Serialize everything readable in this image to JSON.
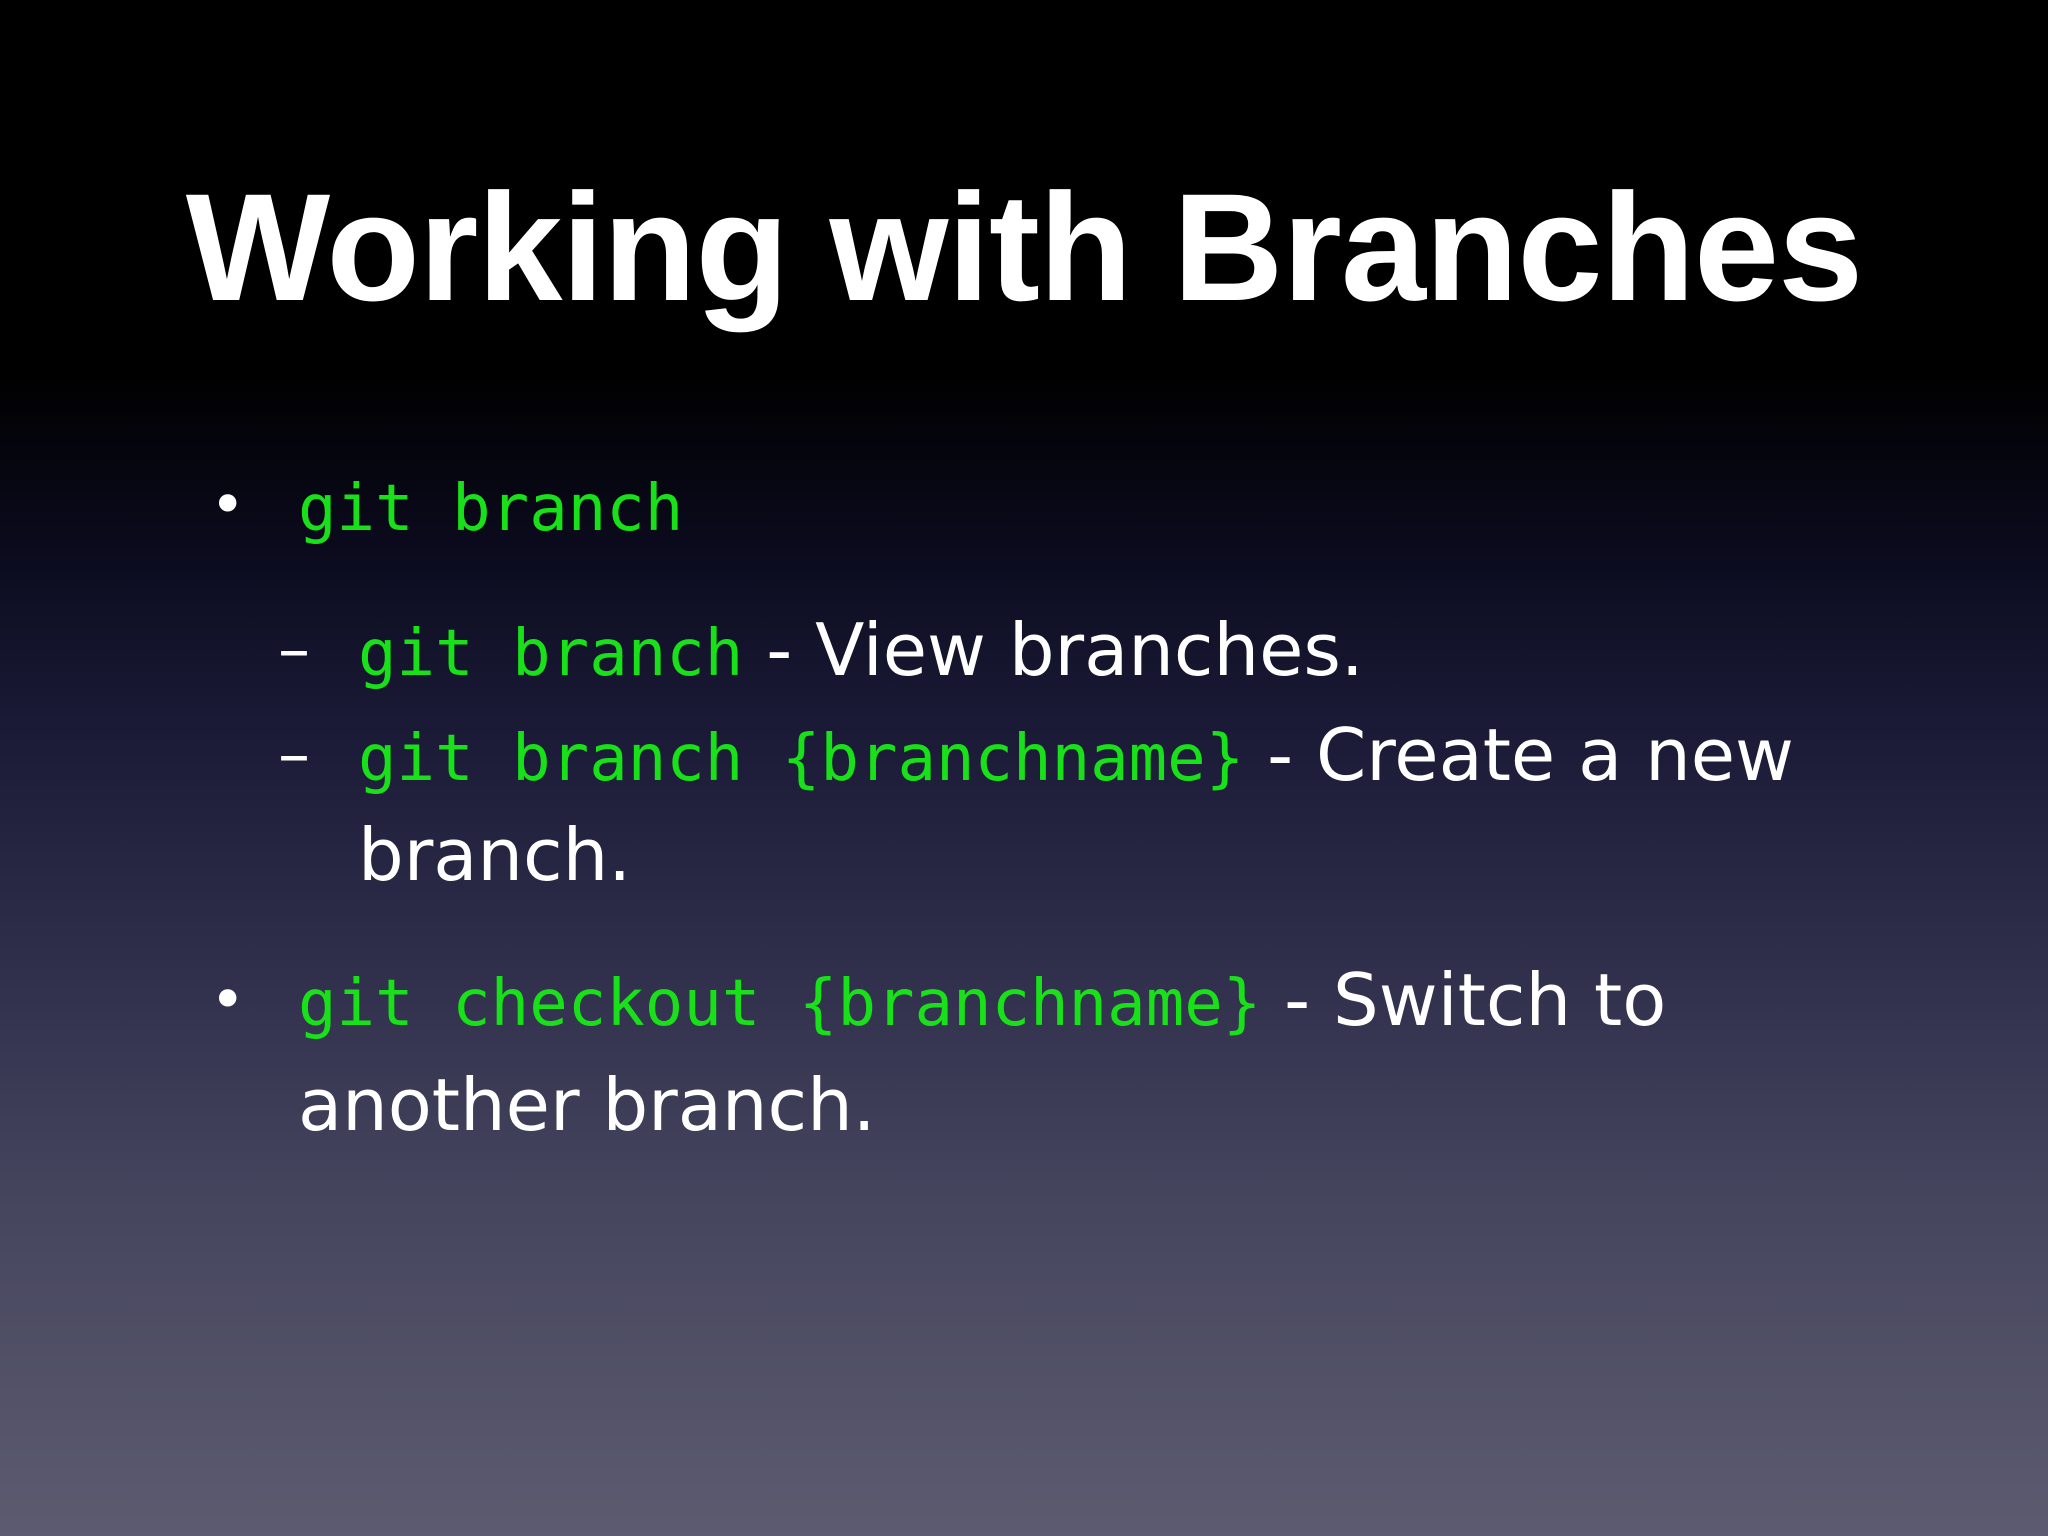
{
  "slide": {
    "title": "Working with Branches",
    "bullets": [
      {
        "marker": "•",
        "code": "git branch",
        "subitems": [
          {
            "marker": "–",
            "code": "git branch",
            "text": "- View branches."
          },
          {
            "marker": "–",
            "code": "git branch {branchname}",
            "text": "- Create a new",
            "continuation": "branch."
          }
        ]
      },
      {
        "marker": "•",
        "code": "git checkout {branchname}",
        "text": "- Switch to",
        "continuation": "another branch."
      }
    ]
  }
}
